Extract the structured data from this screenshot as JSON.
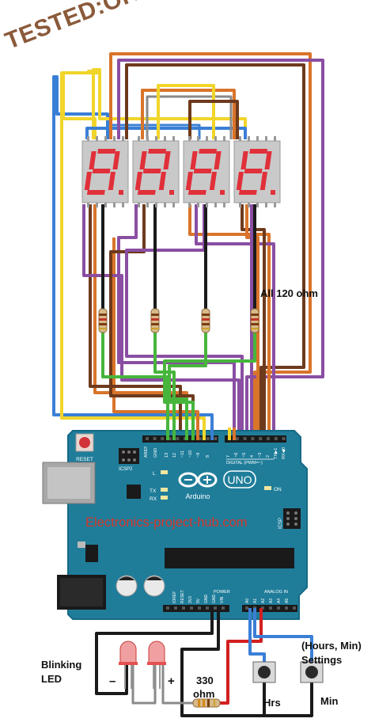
{
  "stamp": "TESTED:OK",
  "labels": {
    "resistor_note": "All 120 ohm",
    "blinking_led_line1": "Blinking",
    "blinking_led_line2": "LED",
    "minus": "–",
    "plus": "+",
    "resistor_330_line1": "330",
    "resistor_330_line2": "ohm",
    "settings_line1": "(Hours, Min)",
    "settings_line2": "Settings",
    "hrs": "Hrs",
    "min": "Min"
  },
  "watermark": "Electronics-project-hub.com",
  "board": {
    "reset": "RESET",
    "icsp2": "ICSP2",
    "aref": "AREF",
    "gnd": "GND",
    "pin_13": "13",
    "pin_12": "12",
    "pin_11": "~11",
    "pin_10": "~10",
    "pin_9": "~9",
    "pin_8": "8",
    "pin_7": "7",
    "pin_6": "~6",
    "pin_5": "~5",
    "pin_4": "4",
    "pin_3": "~3",
    "pin_2": "2",
    "tx1": "TX▶1",
    "rx0": "RX◀0",
    "digital": "DIGITAL (PWM=~)",
    "l": "L",
    "tx": "TX",
    "rx": "RX",
    "on": "ON",
    "uno": "UNO",
    "arduino": "Arduino",
    "icsp": "ICSP",
    "ioref": "IOREF",
    "reset_pin": "RESET",
    "v33": "3V3",
    "v5": "5V",
    "gnd_a": "GND",
    "gnd_b": "GND",
    "vin": "VIN",
    "power": "POWER",
    "analog_in": "ANALOG IN",
    "a0": "A0",
    "a1": "A1",
    "a2": "A2",
    "a3": "A3",
    "a4": "A4",
    "a5": "A5"
  },
  "colors": {
    "board": "#1f7d9a",
    "board_edge": "#156984",
    "segment": "#e0303a",
    "display": "#c9c9c9",
    "wire_yellow": "#f1d52a",
    "wire_blue": "#3a7fd6",
    "wire_orange": "#d9742a",
    "wire_purple": "#8a4ea2",
    "wire_brown": "#6e3a1d",
    "wire_black": "#1a1a1a",
    "wire_green": "#47b53c",
    "wire_red": "#d21f1f",
    "wire_gray": "#8a8a8a"
  }
}
